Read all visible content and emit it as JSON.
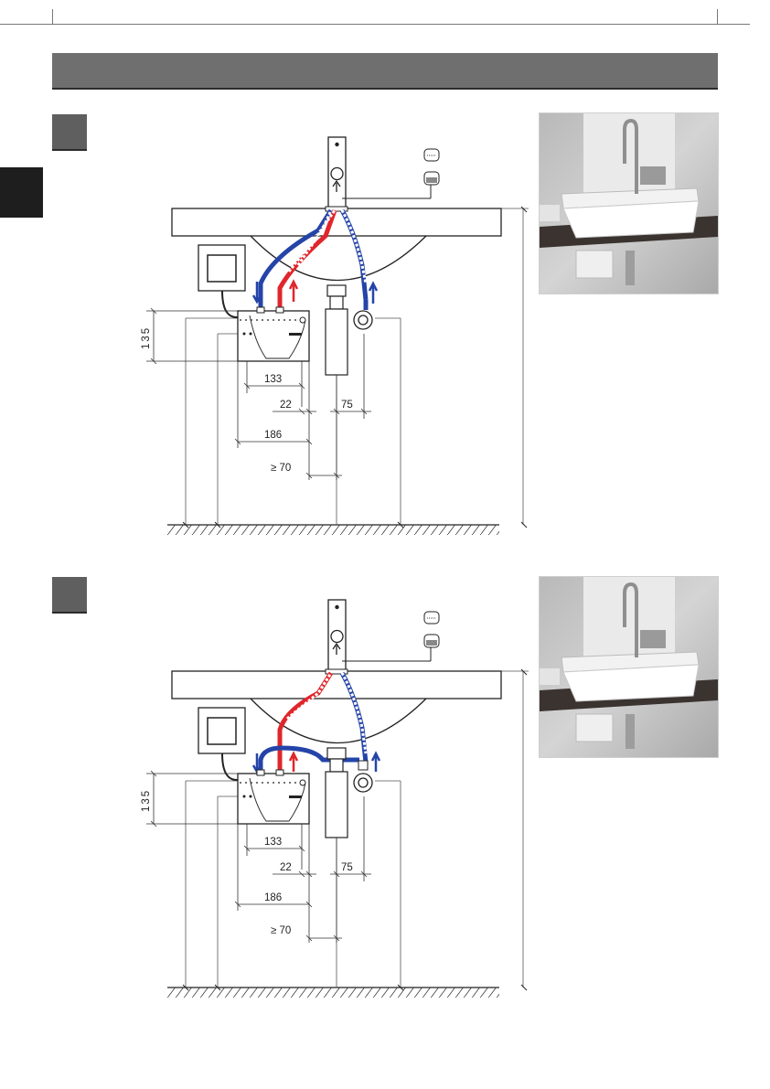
{
  "header": {
    "title": ""
  },
  "steps": [
    {
      "number": "",
      "dims": {
        "height": "135",
        "width": "133",
        "offset": "22",
        "drain": "75",
        "total": "186",
        "min_gap": "≥ 70"
      },
      "variant": "hot-and-cold-supply"
    },
    {
      "number": "",
      "dims": {
        "height": "135",
        "width": "133",
        "offset": "22",
        "drain": "75",
        "total": "186",
        "min_gap": "≥ 70"
      },
      "variant": "cold-supply-only"
    }
  ],
  "colors": {
    "hot": "#e0262b",
    "cold": "#2544a8",
    "header": "#6f6f6f",
    "tab": "#1e1e1e"
  },
  "icons": [
    "faucet-icon",
    "aerator-icon",
    "water-heater-icon",
    "junction-box-icon",
    "siphon-icon",
    "angle-valve-icon"
  ]
}
